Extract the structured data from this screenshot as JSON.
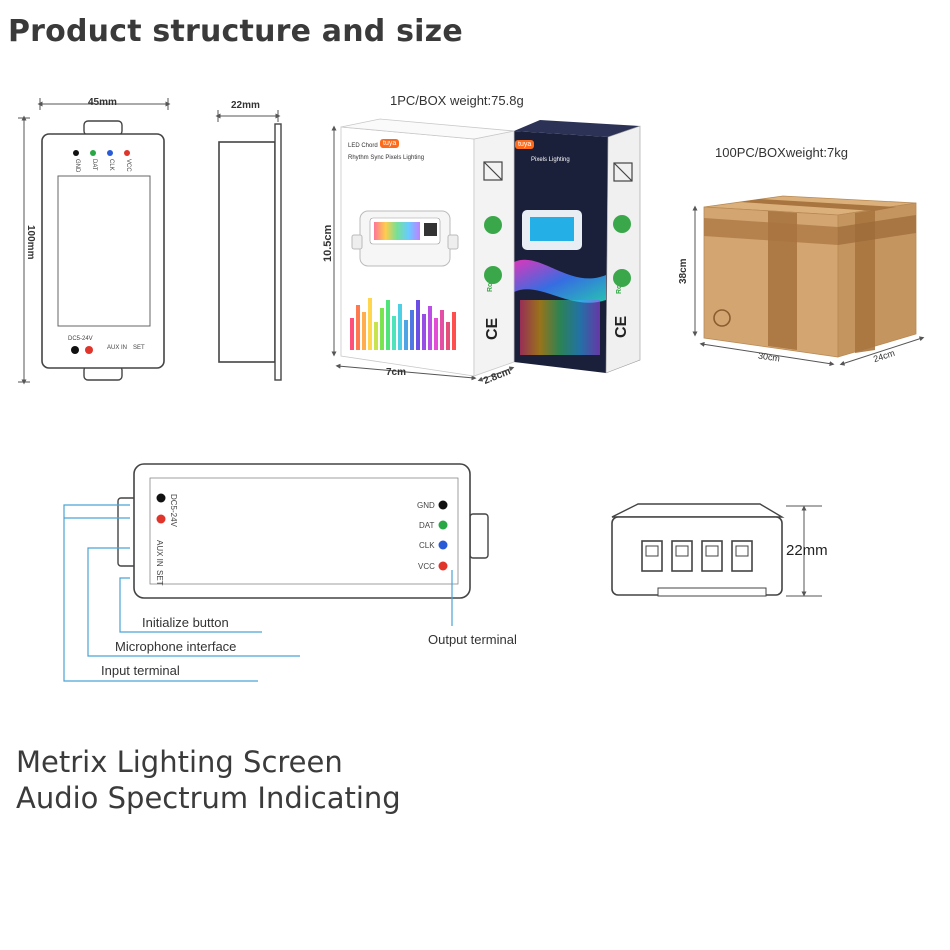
{
  "page_title": "Product structure and size",
  "top_view": {
    "width_label": "45mm",
    "height_label": "100mm",
    "terminals": [
      "GND",
      "DAT",
      "CLK",
      "VCC"
    ],
    "power_label": "DC5-24V",
    "aux_label": "AUX IN",
    "set_label": "SET"
  },
  "side_view": {
    "thickness_label": "22mm"
  },
  "single_box": {
    "caption": "1PC/BOX  weight:75.8g",
    "height_label": "10.5cm",
    "width_label": "7cm",
    "depth_label": "2.8cm",
    "brand_badge": "tuya",
    "line1": "LED Chord",
    "line2": "Rhythm Sync Pixels Lighting",
    "back_line": "Pixels Lighting",
    "rohs": "RoHS",
    "ce": "CE"
  },
  "carton": {
    "caption": "100PC/BOXweight:7kg",
    "height_label": "38cm",
    "width_label": "30cm",
    "depth_label": "24cm"
  },
  "wiring_view": {
    "terminals": [
      "GND",
      "DAT",
      "CLK",
      "VCC"
    ],
    "power_label": "DC5-24V",
    "aux_label": "AUX IN",
    "set_label": "SET",
    "callouts": {
      "initialize": "Initialize button",
      "microphone": "Microphone interface",
      "input": "Input terminal",
      "output": "Output terminal"
    }
  },
  "end_view": {
    "height_label": "22mm"
  },
  "tagline": {
    "line1": "Metrix Lighting Screen",
    "line2": "Audio Spectrum Indicating"
  },
  "colors": {
    "gnd": "#111111",
    "dat": "#27a844",
    "clk": "#2a5bd7",
    "vcc": "#e0352b",
    "callout_line": "#4aa3d6",
    "carton": "#d3a571",
    "tape": "#a8743f"
  }
}
